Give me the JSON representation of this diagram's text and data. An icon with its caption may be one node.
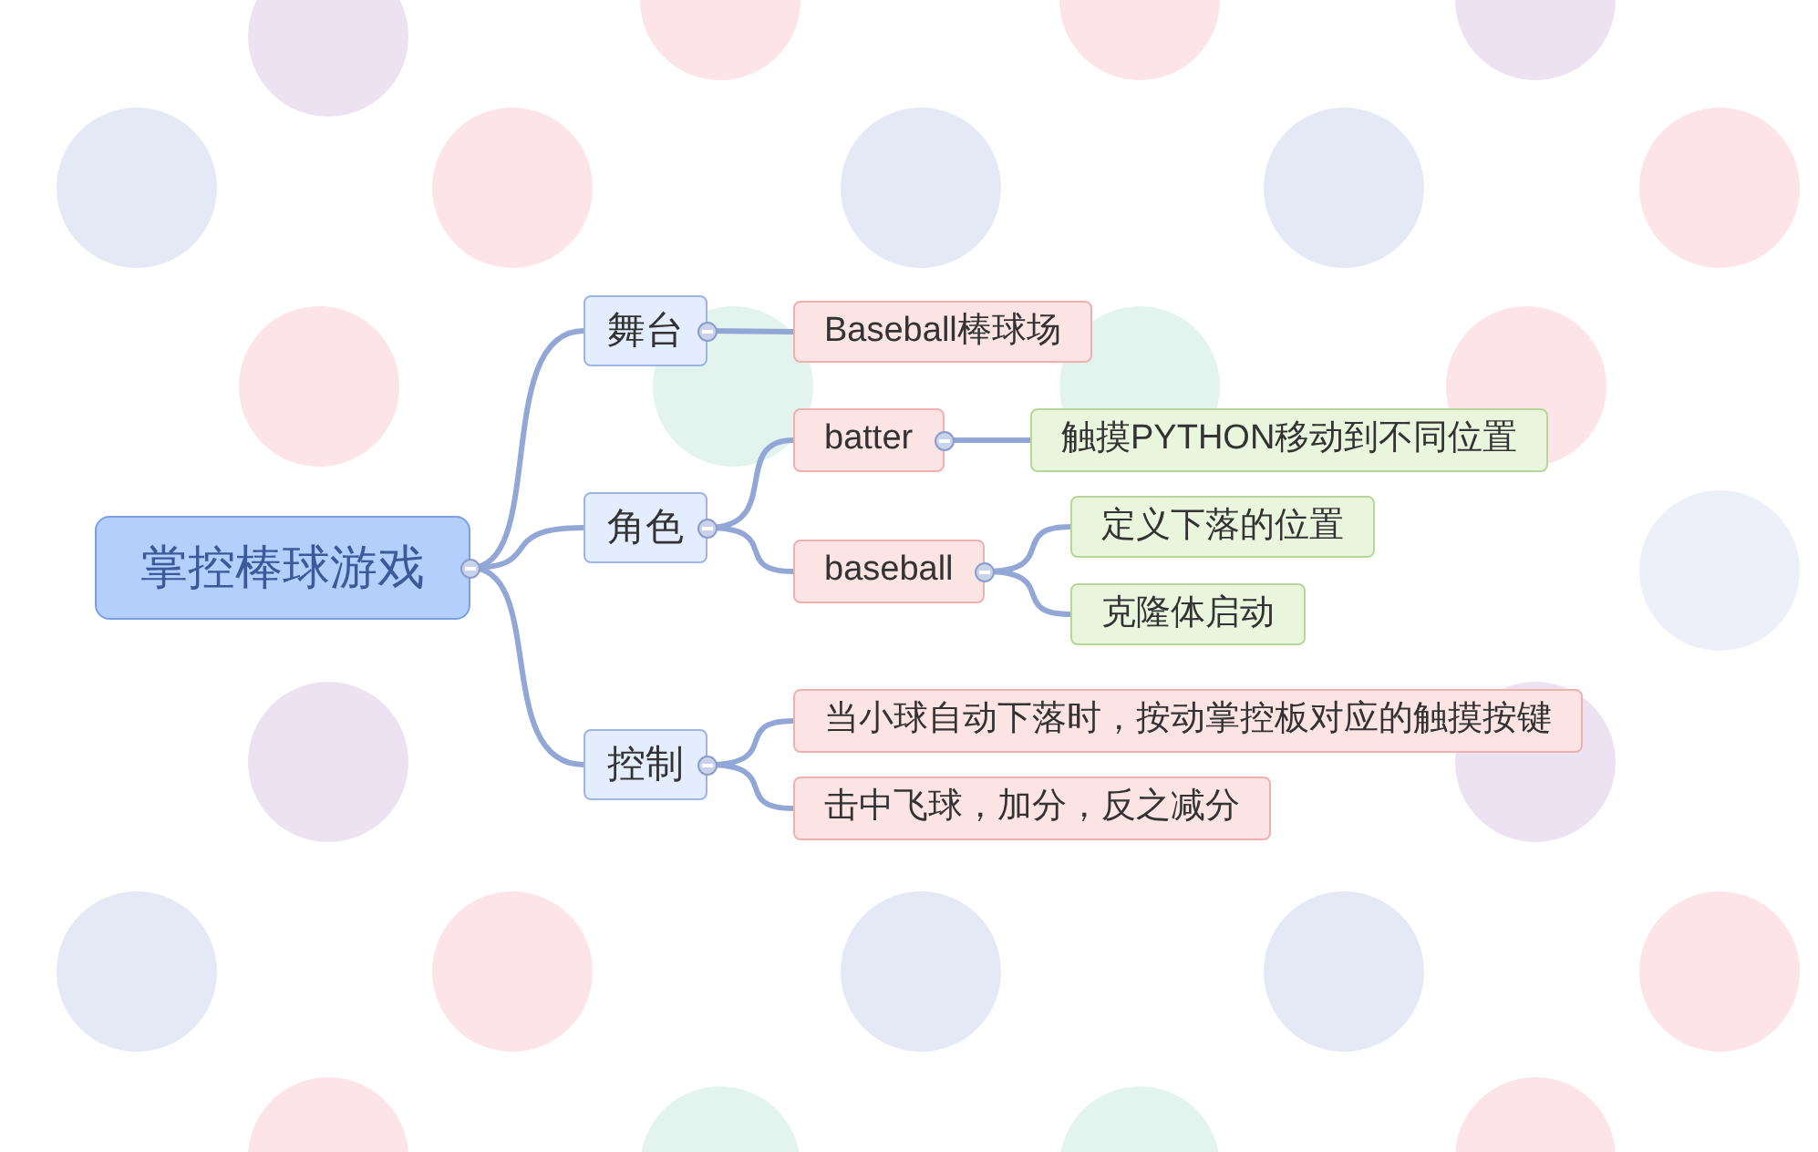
{
  "diagram": {
    "nodes": [
      {
        "text": [
          "掌控棒球游戏"
        ]
      },
      {
        "text": [
          "舞台"
        ]
      },
      {
        "text": [
          "Baseball棒球场"
        ]
      },
      {
        "text": [
          "角色"
        ]
      },
      {
        "text": [
          "batter"
        ]
      },
      {
        "text": [
          "触摸PYTHON移动到不同位置"
        ]
      },
      {
        "text": [
          "baseball"
        ]
      },
      {
        "text": [
          "定义下落的位置"
        ]
      },
      {
        "text": [
          "克隆体启动"
        ]
      },
      {
        "text": [
          "控制"
        ]
      },
      {
        "text": [
          "当小球自动下落时，按动掌控板对应的触摸按键"
        ]
      },
      {
        "text": [
          "击中飞球，加分，反之减分"
        ]
      }
    ],
    "edges": [
      {
        "from": 0,
        "to": 1,
        "arrow": "none"
      },
      {
        "from": 1,
        "to": 2,
        "arrow": "none"
      },
      {
        "from": 0,
        "to": 3,
        "arrow": "none"
      },
      {
        "from": 3,
        "to": 4,
        "arrow": "none"
      },
      {
        "from": 4,
        "to": 5,
        "arrow": "none"
      },
      {
        "from": 3,
        "to": 6,
        "arrow": "none"
      },
      {
        "from": 6,
        "to": 7,
        "arrow": "none"
      },
      {
        "from": 6,
        "to": 8,
        "arrow": "none"
      },
      {
        "from": 0,
        "to": 9,
        "arrow": "none"
      },
      {
        "from": 9,
        "to": 10,
        "arrow": "none"
      },
      {
        "from": 9,
        "to": 11,
        "arrow": "none"
      }
    ]
  }
}
